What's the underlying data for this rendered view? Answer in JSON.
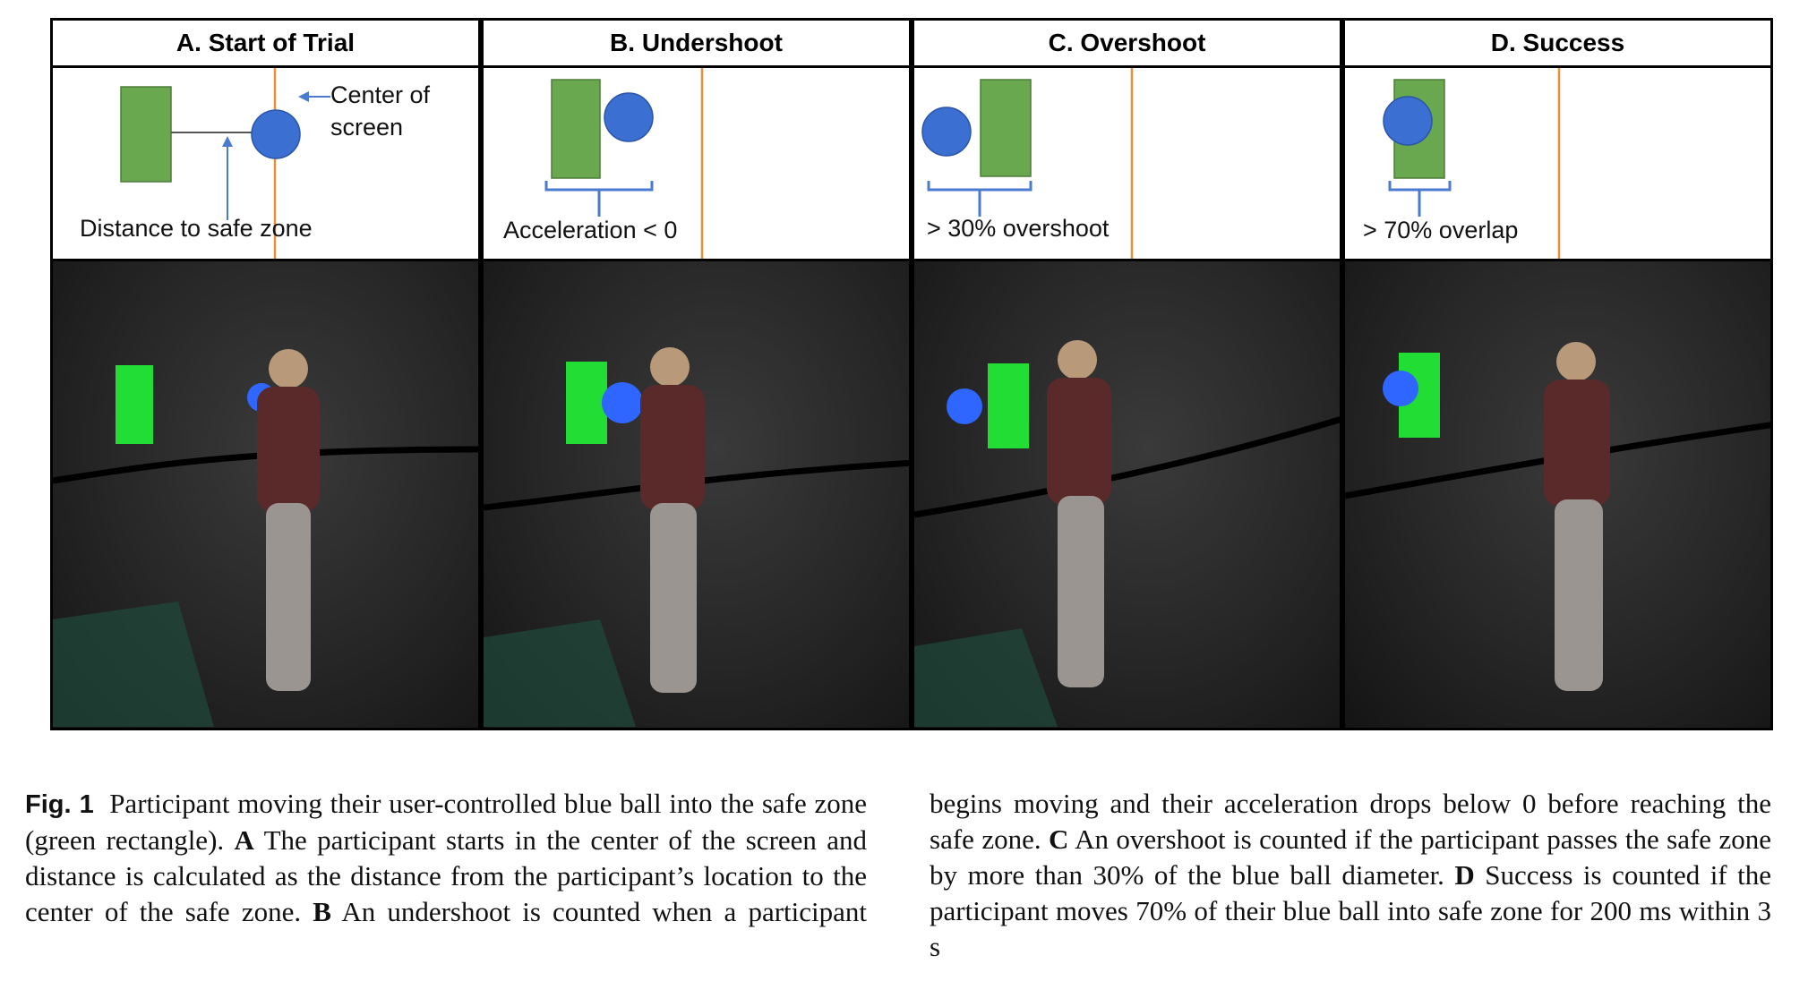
{
  "figure": {
    "colors": {
      "safe_zone": "#6aa84f",
      "ball": "#3b6fd1",
      "center_line": "#e69138",
      "photo_zone": "#22dd33"
    },
    "panels": [
      {
        "title": "A. Start of Trial",
        "diagram_labels": {
          "center": "Center of\nscreen",
          "distance": "Distance to safe zone"
        }
      },
      {
        "title": "B. Undershoot",
        "diagram_labels": {
          "condition": "Acceleration < 0"
        }
      },
      {
        "title": "C. Overshoot",
        "diagram_labels": {
          "condition": "> 30% overshoot"
        }
      },
      {
        "title": "D. Success",
        "diagram_labels": {
          "condition": "> 70% overlap"
        }
      }
    ]
  },
  "caption": {
    "label": "Fig. 1",
    "text_1": "Participant moving their user-controlled blue ball into the safe zone (green rectangle). ",
    "A": "A",
    "text_A": " The participant starts in the center of the screen and distance is calculated as the distance from the participant’s location to the center of the safe zone. ",
    "B": "B",
    "text_B": " An undershoot is counted when a participant begins moving and their acceleration drops below 0 before reaching the safe zone. ",
    "C": "C",
    "text_C": " An overshoot is counted if the participant passes the safe zone by more than 30% of the blue ball diameter. ",
    "D": "D",
    "text_D": " Success is counted if the participant moves 70% of their blue ball into safe zone for 200 ms within 3 s"
  }
}
